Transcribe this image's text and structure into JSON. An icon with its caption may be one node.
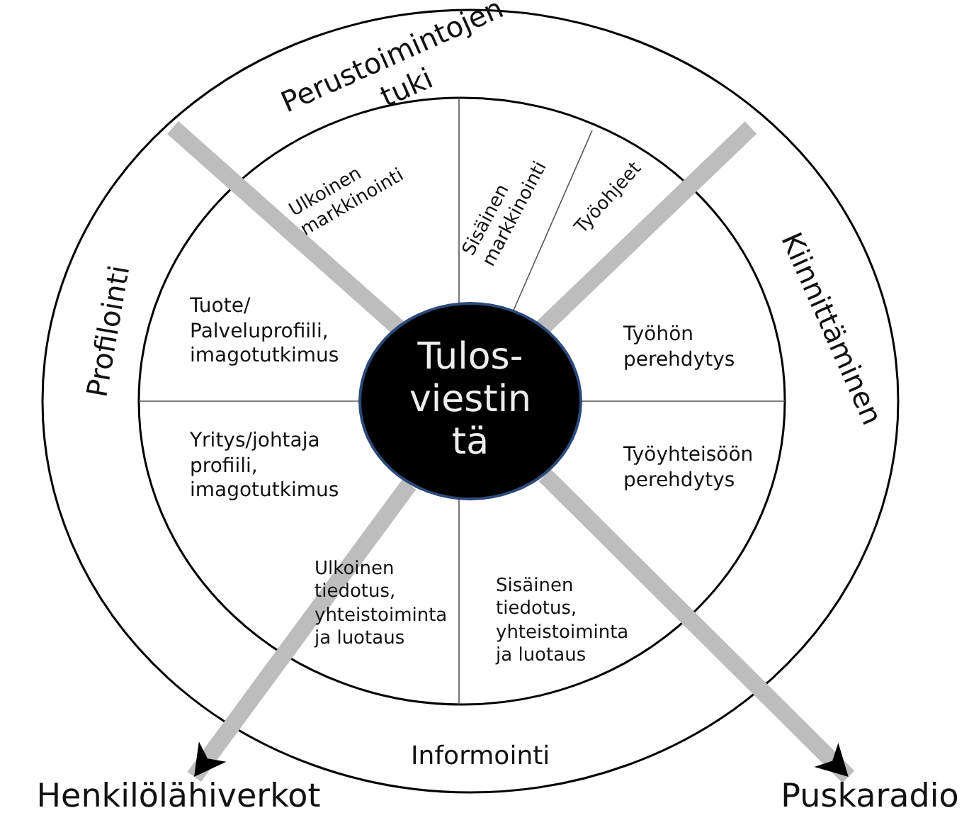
{
  "diagram": {
    "nodes": [
      {
        "text": [
          "Tulos- viestin tä"
        ]
      },
      {
        "text": [
          "Henkilölähiverkot"
        ]
      },
      {
        "text": [
          "Puskaradio"
        ]
      }
    ],
    "edges": [
      {
        "from": 0,
        "to": 1,
        "arrow": "to"
      },
      {
        "from": 0,
        "to": 2,
        "arrow": "to"
      }
    ],
    "labels": [
      "Perustoimintojen tuki",
      "Ulkoinen markkinointi",
      "Sisäinen markkinointi",
      "Työohjeet",
      "Kiinnittäminen",
      "Profilointi",
      "Tuote/ Palveluprofiili, imagotutkimus",
      "Työhön perehdytys",
      "Yritys/johtaja profiili, imagotutkimus",
      "Työyhteisöön perehdytys",
      "Ulkoinen tiedotus, yhteistoiminta ja luotaus",
      "Sisäinen tiedotus, yhteistoiminta ja luotaus",
      "Informointi"
    ]
  }
}
